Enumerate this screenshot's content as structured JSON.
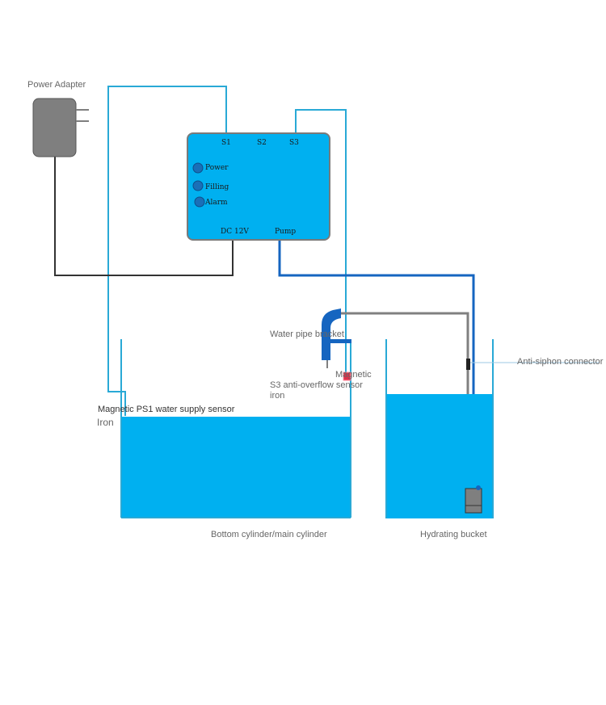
{
  "labels": {
    "power_adapter": "Power Adapter",
    "water_pipe_bracket": "Water pipe bracket",
    "magnetic_small": "Magnetic",
    "s3_sensor": "S3 anti-overflow sensor",
    "s3_iron": "iron",
    "ps1_sensor": "Magnetic PS1 water supply sensor",
    "ps1_iron": "Iron",
    "anti_siphon": "Anti-siphon connector",
    "main_cylinder": "Bottom cylinder/main cylinder",
    "hydrating_bucket": "Hydrating bucket"
  },
  "controller": {
    "s1": "S1",
    "s2": "S2",
    "s3": "S3",
    "power": "Power",
    "filling": "Filling",
    "alarm": "Alarm",
    "dc": "DC 12V",
    "pump": "Pump"
  },
  "colors": {
    "water": "#00b0f0",
    "wire_cyan": "#29a9d6",
    "pump_pipe": "#1565c0",
    "adapter": "#7f7f7f",
    "gray_pipe": "#808080",
    "led": "#1a6fb8",
    "sensor_red": "#e0304a"
  }
}
